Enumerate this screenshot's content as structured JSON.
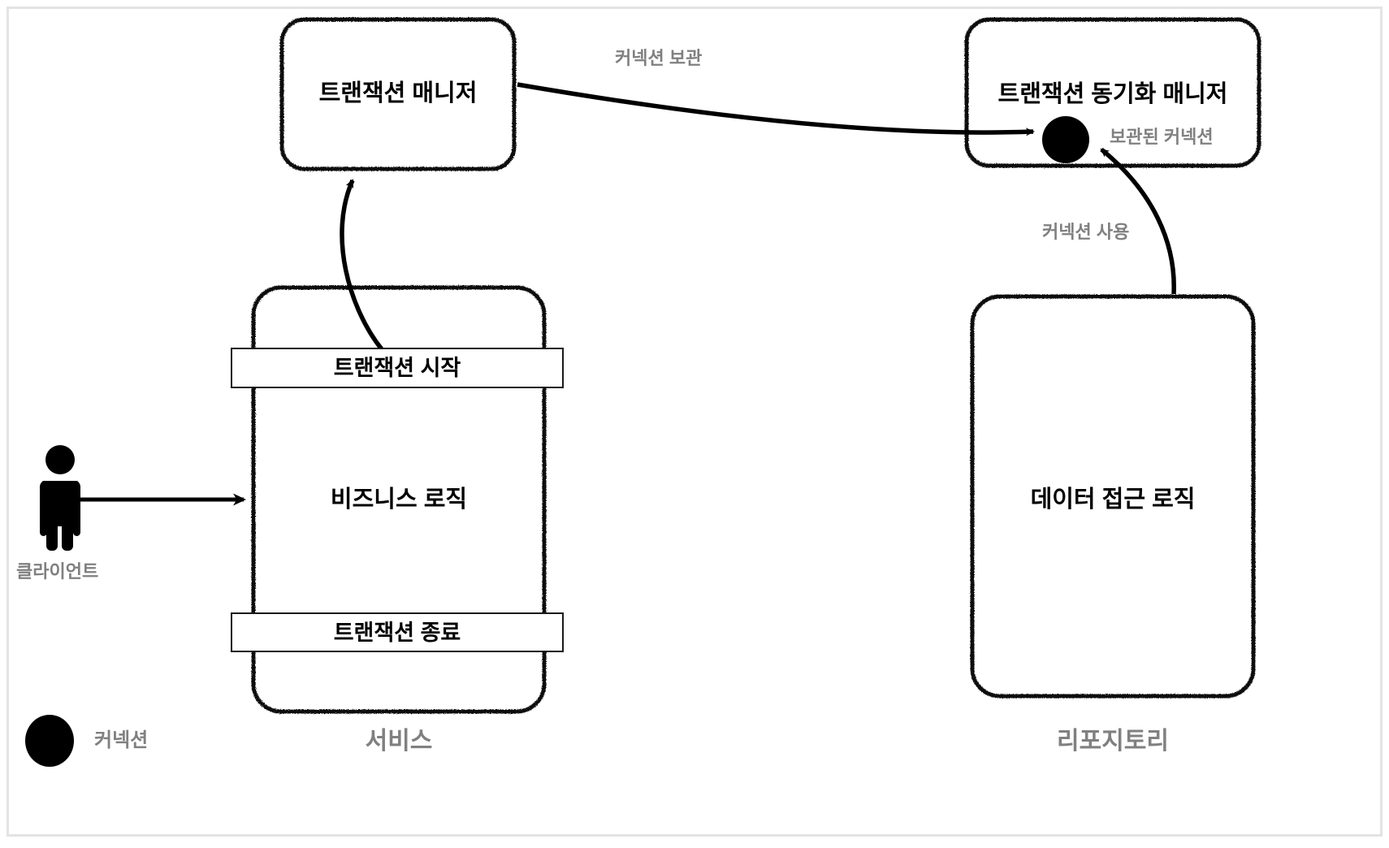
{
  "diagram": {
    "title_bar_present": false,
    "background": "#ffffff",
    "frame_color": "#e3e3e3",
    "ink_color": "#000000",
    "muted_color": "#808080",
    "nodes": [
      {
        "id": "transaction-manager",
        "label": "트랜잭션 매니저",
        "kind": "sketch-box"
      },
      {
        "id": "transaction-sync-manager",
        "label": "트랜잭션 동기화 매니저",
        "kind": "sketch-box"
      },
      {
        "id": "business-logic",
        "label": "비즈니스 로직",
        "kind": "sketch-box"
      },
      {
        "id": "data-access-logic",
        "label": "데이터 접근 로직",
        "kind": "sketch-box"
      }
    ],
    "bars": [
      {
        "id": "transaction-begin",
        "label": "트랜잭션 시작"
      },
      {
        "id": "transaction-end",
        "label": "트랜잭션 종료"
      }
    ],
    "captions": [
      {
        "id": "service-caption",
        "label": "서비스"
      },
      {
        "id": "repository-caption",
        "label": "리포지토리"
      },
      {
        "id": "client-caption",
        "label": "클라이언트"
      }
    ],
    "edges": [
      {
        "id": "store-connection",
        "label": "커넥션 보관",
        "from": "transaction-manager",
        "to": "connection-node"
      },
      {
        "id": "stored-connection",
        "label": "보관된 커넥션",
        "from": "connection-node",
        "to": "connection-node"
      },
      {
        "id": "use-connection",
        "label": "커넥션 사용",
        "from": "data-access-logic",
        "to": "connection-node"
      },
      {
        "id": "client-request",
        "label": "",
        "from": "client-actor",
        "to": "business-logic"
      },
      {
        "id": "begin-transaction-flow",
        "label": "",
        "from": "transaction-begin",
        "to": "transaction-manager"
      }
    ],
    "legend": {
      "items": [
        {
          "id": "connection",
          "shape": "filled-circle",
          "label": "커넥션",
          "color": "#000000"
        }
      ]
    },
    "actor": {
      "id": "client-actor",
      "icon": "person-icon",
      "label": "클라이언트"
    }
  }
}
